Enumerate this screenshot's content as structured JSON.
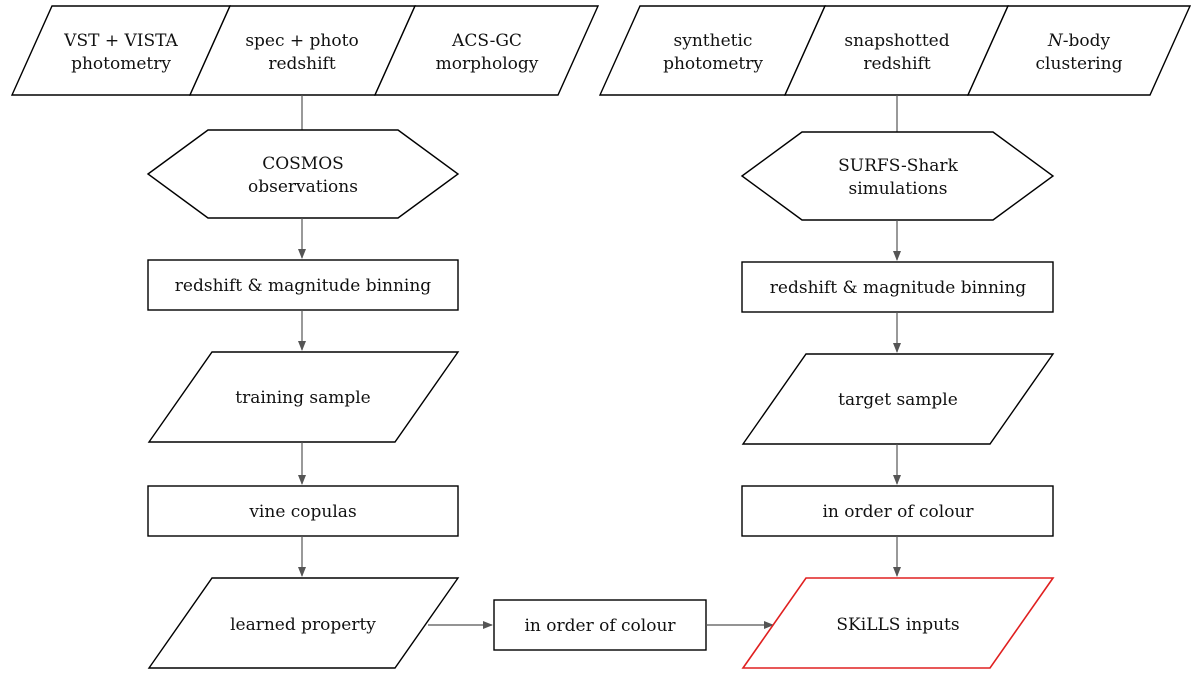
{
  "colors": {
    "stroke": "#000000",
    "highlight": "#e02020",
    "arrow": "#555555"
  },
  "left_inputs": [
    {
      "line1": "VST + VISTA",
      "line2": "photometry"
    },
    {
      "line1": "spec + photo",
      "line2": "redshift"
    },
    {
      "line1": "ACS-GC",
      "line2": "morphology"
    }
  ],
  "right_inputs": [
    {
      "line1": "synthetic",
      "line2": "photometry"
    },
    {
      "line1": "snapshotted",
      "line2": "redshift"
    },
    {
      "line1_italic": "N",
      "line1": "-body",
      "line2": "clustering"
    }
  ],
  "left_flow": {
    "source": {
      "line1": "COSMOS",
      "line2": "observations"
    },
    "binning": "redshift & magnitude binning",
    "sample": "training sample",
    "method": "vine copulas",
    "output": "learned property"
  },
  "right_flow": {
    "source": {
      "line1": "SURFS-Shark",
      "line2": "simulations"
    },
    "binning": "redshift & magnitude binning",
    "sample": "target sample",
    "method": "in order of colour",
    "output": "SKiLLS inputs"
  },
  "bridge": "in order of colour"
}
